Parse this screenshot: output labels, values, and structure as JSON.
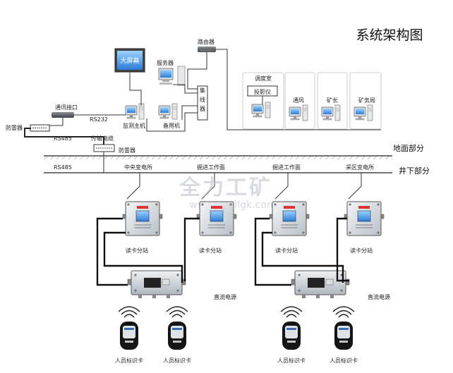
{
  "title": "系统架构图",
  "zones": {
    "surface": "地面部分",
    "underground": "井下部分"
  },
  "watermark": {
    "main": "全力工矿",
    "url": "www.quollgk.com"
  },
  "surface": {
    "big_screen": "大屏幕",
    "server": "服务器",
    "router": "路由器",
    "hub": "集线器",
    "main_host": "监测主机",
    "backup_host": "备用机",
    "comm_port": "通讯接口",
    "rs232": "RS232",
    "rs485_top": "RS485",
    "lightning_left": "防雷器",
    "transmission_cable": "传输电缆",
    "lightning_mid": "防雷器",
    "dispatch_room": "调度室",
    "projector": "投影仪",
    "remote_clients": [
      "通风",
      "矿长",
      "矿务局"
    ]
  },
  "underground": {
    "rs485_bus": "RS485",
    "locations": [
      "中央变电所",
      "掘进工作面",
      "掘进工作面",
      "采区变电所"
    ],
    "substation_label": "读卡分站",
    "power_label": "直流电源",
    "tag_label": "人员标识卡"
  }
}
